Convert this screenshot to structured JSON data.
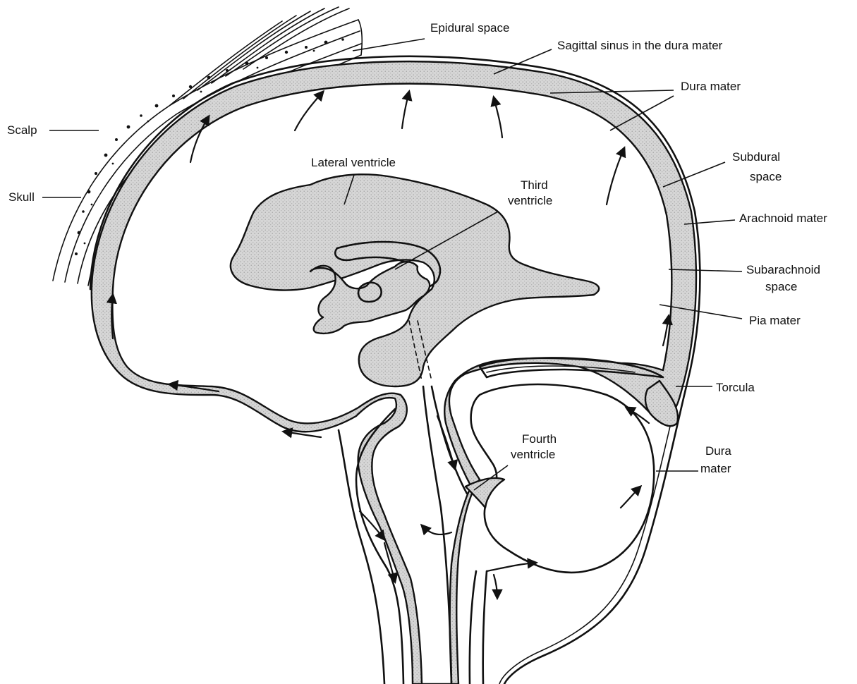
{
  "labels": {
    "epidural_space": "Epidural space",
    "sagittal_sinus": "Sagittal sinus in the dura mater",
    "dura_mater_top": "Dura mater",
    "scalp": "Scalp",
    "skull": "Skull",
    "lateral_ventricle": "Lateral ventricle",
    "third_ventricle_1": "Third",
    "third_ventricle_2": "ventricle",
    "subdural_space_1": "Subdural",
    "subdural_space_2": "space",
    "arachnoid_mater": "Arachnoid mater",
    "subarachnoid_space_1": "Subarachnoid",
    "subarachnoid_space_2": "space",
    "pia_mater": "Pia mater",
    "torcula": "Torcula",
    "fourth_ventricle_1": "Fourth",
    "fourth_ventricle_2": "ventricle",
    "dura_mater_lower_1": "Dura",
    "dura_mater_lower_2": "mater"
  },
  "colors": {
    "ink": "#111111",
    "csf_fill": "#d4d4d4",
    "background": "#ffffff"
  }
}
